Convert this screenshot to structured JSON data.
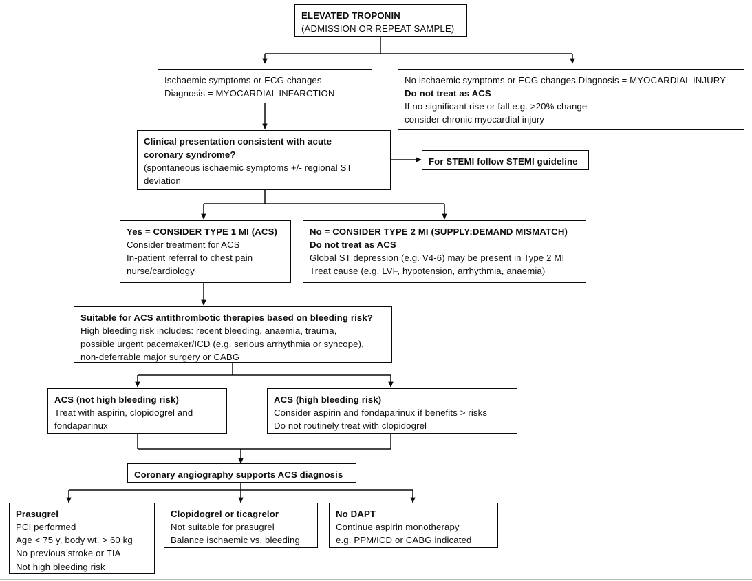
{
  "diagram": {
    "title": "Elevated troponin / ACS management flowchart",
    "line_color": "#0a0a0a",
    "background": "#ffffff"
  },
  "nodes": {
    "elevated_troponin": {
      "lines": [
        {
          "text": "ELEVATED TROPONIN",
          "bold": true
        },
        {
          "text": "(ADMISSION OR REPEAT SAMPLE)",
          "bold": false
        }
      ]
    },
    "ischaemic_symptoms": {
      "lines": [
        {
          "text": "Ischaemic symptoms or ECG changes",
          "bold": false
        },
        {
          "text": "Diagnosis = ",
          "bold": false,
          "text_bold_tail": "MYOCARDIAL INFARCTION"
        }
      ]
    },
    "no_ischaemic_symptoms": {
      "lines": [
        {
          "text": "No ischaemic symptoms or ECG changes Diagnosis = ",
          "bold": false,
          "text_bold_tail": "MYOCARDIAL INJURY"
        },
        {
          "text": "Do not treat as ACS",
          "bold": true
        },
        {
          "text": "If no significant rise or fall e.g. >20% change",
          "bold": false
        },
        {
          "text": "consider chronic myocardial injury",
          "bold": false
        }
      ]
    },
    "clinical_presentation": {
      "lines": [
        {
          "text": "Clinical presentation consistent with acute",
          "bold": true
        },
        {
          "text": "coronary syndrome?",
          "bold": true
        },
        {
          "text": "(spontaneous ischaemic symptoms +/- regional ST",
          "bold": false
        },
        {
          "text": "deviation",
          "bold": false
        }
      ]
    },
    "stemi": {
      "lines": [
        {
          "text": "For STEMI follow STEMI guideline",
          "bold": true
        }
      ]
    },
    "type1_mi": {
      "lines": [
        {
          "text": "Yes = CONSIDER TYPE 1 MI (ACS)",
          "bold": true
        },
        {
          "text": "Consider treatment for ACS",
          "bold": false
        },
        {
          "text": "In-patient referral to chest pain",
          "bold": false
        },
        {
          "text": "nurse/cardiology",
          "bold": false
        }
      ]
    },
    "type2_mi": {
      "lines": [
        {
          "text": "No = CONSIDER TYPE 2 MI (SUPPLY:DEMAND MISMATCH)",
          "bold": true
        },
        {
          "text": "Do not treat as ACS",
          "bold": true
        },
        {
          "text": "Global ST depression (e.g. V4-6) may be present in Type 2 MI",
          "bold": false
        },
        {
          "text": "Treat cause (e.g. LVF, hypotension, arrhythmia, anaemia)",
          "bold": false
        }
      ]
    },
    "bleeding_risk": {
      "lines": [
        {
          "text": "Suitable for ACS antithrombotic therapies based on bleeding risk?",
          "bold": true
        },
        {
          "text": "High bleeding risk includes: recent bleeding, anaemia, trauma,",
          "bold": false
        },
        {
          "text": "possible urgent pacemaker/ICD (e.g. serious arrhythmia or syncope),",
          "bold": false
        },
        {
          "text": "non-deferrable major surgery or CABG",
          "bold": false
        }
      ]
    },
    "acs_not_high_risk": {
      "lines": [
        {
          "text": "ACS (not high bleeding risk)",
          "bold": true
        },
        {
          "text": "Treat with aspirin, clopidogrel and",
          "bold": false
        },
        {
          "text": "fondaparinux",
          "bold": false
        }
      ]
    },
    "acs_high_risk": {
      "lines": [
        {
          "text": "ACS (high bleeding risk)",
          "bold": true
        },
        {
          "text": "Consider aspirin and fondaparinux if benefits > risks",
          "bold": false
        },
        {
          "text": "Do not routinely treat with clopidogrel",
          "bold": false
        }
      ]
    },
    "angiography": {
      "lines": [
        {
          "text": "Coronary angiography supports ACS diagnosis",
          "bold": true
        }
      ]
    },
    "prasugrel": {
      "lines": [
        {
          "text": "Prasugrel",
          "bold": true
        },
        {
          "text": "PCI performed",
          "bold": false
        },
        {
          "text": "Age < 75 y, body wt. > 60 kg",
          "bold": false
        },
        {
          "text": "No previous stroke or TIA",
          "bold": false
        },
        {
          "text": "Not high bleeding risk",
          "bold": false
        }
      ]
    },
    "clopidogrel_ticagrelor": {
      "lines": [
        {
          "text": "Clopidogrel or ticagrelor",
          "bold": true
        },
        {
          "text": "Not suitable for prasugrel",
          "bold": false
        },
        {
          "text": "Balance ischaemic vs. bleeding",
          "bold": false
        }
      ]
    },
    "no_dapt": {
      "lines": [
        {
          "text": "No DAPT",
          "bold": true
        },
        {
          "text": "Continue aspirin monotherapy",
          "bold": false
        },
        {
          "text": "e.g. PPM/ICD or CABG indicated",
          "bold": false
        }
      ]
    }
  }
}
